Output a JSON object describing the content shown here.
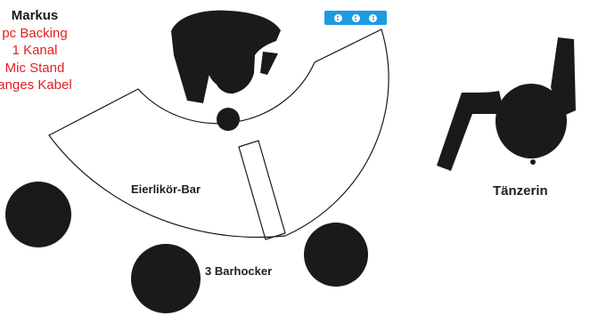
{
  "performer": {
    "name": "Markus",
    "items": [
      "pc Backing",
      "1 Kanal",
      "Mic Stand",
      "anges Kabel"
    ]
  },
  "labels": {
    "bar": "Eierlikör-Bar",
    "stools": "3 Barhocker",
    "dancer": "Tänzerin"
  },
  "power": {
    "socket_count": 3,
    "icon": "power-strip-icon"
  },
  "colors": {
    "figure": "#1a1a1a",
    "requirements_text": "#e32020",
    "power_strip": "#1c9be3"
  }
}
